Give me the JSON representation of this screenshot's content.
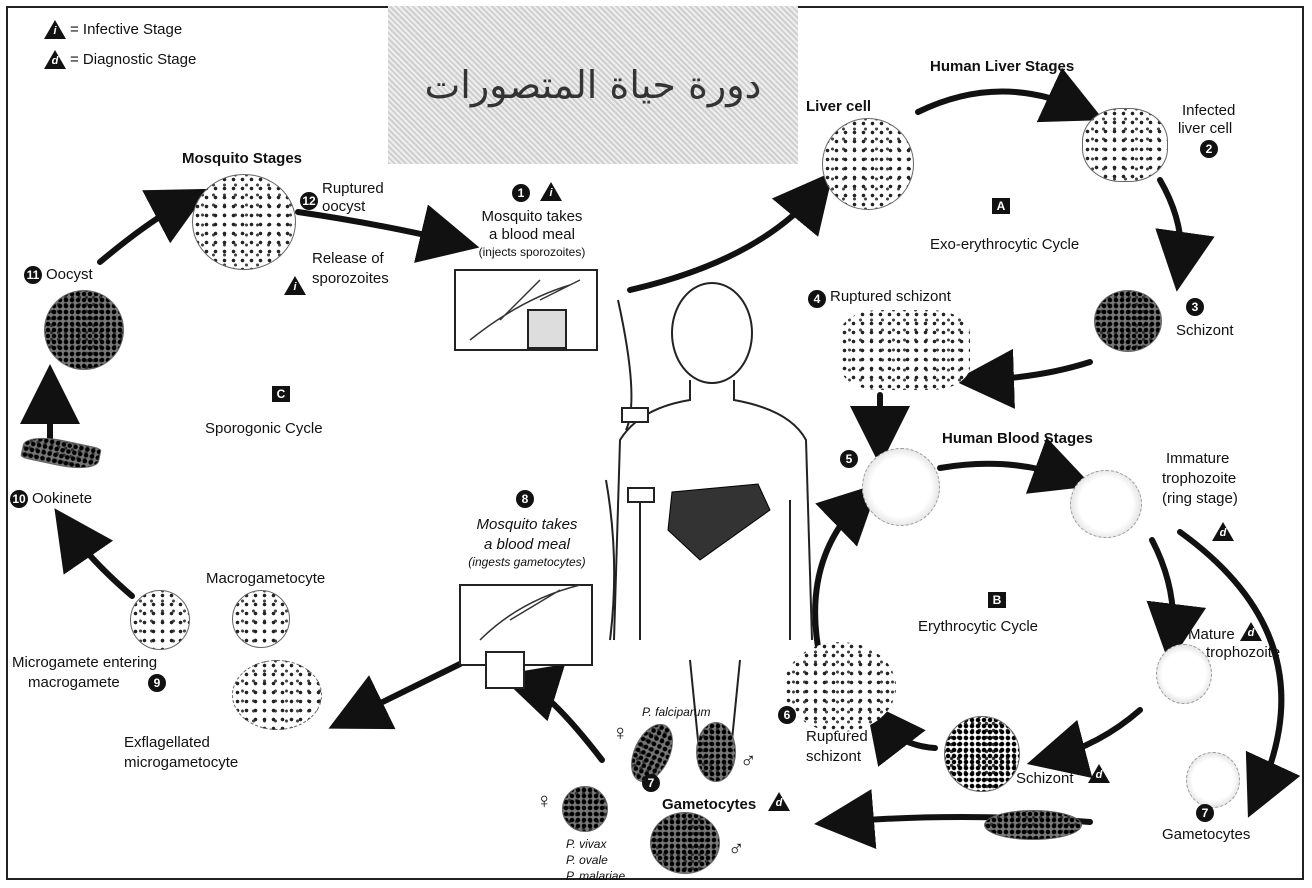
{
  "legend": {
    "infective_stage": "= Infective Stage",
    "diagnostic_stage": "= Diagnostic Stage"
  },
  "arabic_title": "دورة حياة المتصورات",
  "headings": {
    "mosquito_stages": "Mosquito Stages",
    "human_liver_stages": "Human Liver Stages",
    "human_blood_stages": "Human Blood Stages"
  },
  "cycles": {
    "exo_erythrocytic": "Exo-erythrocytic Cycle",
    "sporogonic": "Sporogonic Cycle",
    "erythrocytic": "Erythrocytic Cycle"
  },
  "cycle_letters": {
    "a": "A",
    "b": "B",
    "c": "C"
  },
  "stage_numbers": [
    "1",
    "2",
    "3",
    "4",
    "5",
    "6",
    "7",
    "8",
    "9",
    "10",
    "11",
    "12"
  ],
  "triangle_letters": {
    "infective": "i",
    "diagnostic": "d"
  },
  "labels": {
    "liver_cell": "Liver cell",
    "infected_liver_cell_1": "Infected",
    "infected_liver_cell_2": "liver cell",
    "schizont_liver": "Schizont",
    "ruptured_schizont_liver": "Ruptured schizont",
    "mosquito_takes_1a": "Mosquito takes",
    "mosquito_takes_1b": "a blood meal",
    "mosquito_takes_1c": "(injects sporozoites)",
    "mosquito_takes_8a": "Mosquito takes",
    "mosquito_takes_8b": "a blood meal",
    "mosquito_takes_8c": "(ingests gametocytes)",
    "ruptured_oocyst_1": "Ruptured",
    "ruptured_oocyst_2": "oocyst",
    "release_sporozoites_1": "Release of",
    "release_sporozoites_2": "sporozoites",
    "oocyst": "Oocyst",
    "ookinete": "Ookinete",
    "macrogametocyte": "Macrogametocyte",
    "microgamete_entering_1": "Microgamete entering",
    "microgamete_entering_2": "macrogamete",
    "exflagellated_1": "Exflagellated",
    "exflagellated_2": "microgametocyte",
    "immature_troph_1": "Immature",
    "immature_troph_2": "trophozoite",
    "immature_troph_3": "(ring stage)",
    "mature_troph_1": "Mature",
    "mature_troph_2": "trophozoite",
    "schizont_blood": "Schizont",
    "ruptured_schizont_blood_1": "Ruptured",
    "ruptured_schizont_blood_2": "schizont",
    "gametocytes_right": "Gametocytes",
    "gametocytes_center": "Gametocytes",
    "p_falciparum": "P. falciparum",
    "p_vivax": "P. vivax",
    "p_ovale": "P. ovale",
    "p_malariae": "P. malariae",
    "female": "♀",
    "male": "♂"
  }
}
